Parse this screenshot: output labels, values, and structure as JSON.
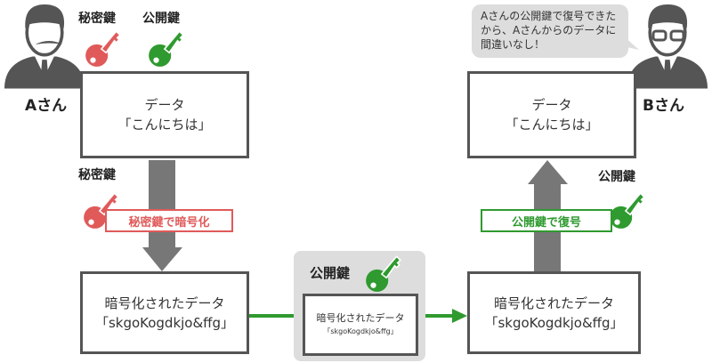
{
  "person_a": {
    "name": "Aさん"
  },
  "person_b": {
    "name": "Bさん",
    "speech": "Aさんの公開鍵で復号できたから、Aさんからのデータに間違いなし！"
  },
  "labels": {
    "private_key": "秘密鍵",
    "public_key": "公開鍵"
  },
  "left": {
    "plain_box": {
      "line1": "データ",
      "line2": "「こんにちは」"
    },
    "step_label": "秘密鍵で暗号化",
    "encrypted_box": {
      "line1": "暗号化されたデータ",
      "line2": "「skgoKogdkjo&ffg」"
    }
  },
  "middle": {
    "key_label": "公開鍵",
    "encrypted_box": {
      "line1": "暗号化されたデータ",
      "line2": "「skgoKogdkjo&ffg」"
    }
  },
  "right": {
    "plain_box": {
      "line1": "データ",
      "line2": "「こんにちは」"
    },
    "step_label": "公開鍵で復号",
    "encrypted_box": {
      "line1": "暗号化されたデータ",
      "line2": "「skgoKogdkjo&ffg」"
    }
  },
  "colors": {
    "red": "#e05a5a",
    "green": "#2f9a2f",
    "gray": "#777777",
    "box_border": "#555555"
  }
}
